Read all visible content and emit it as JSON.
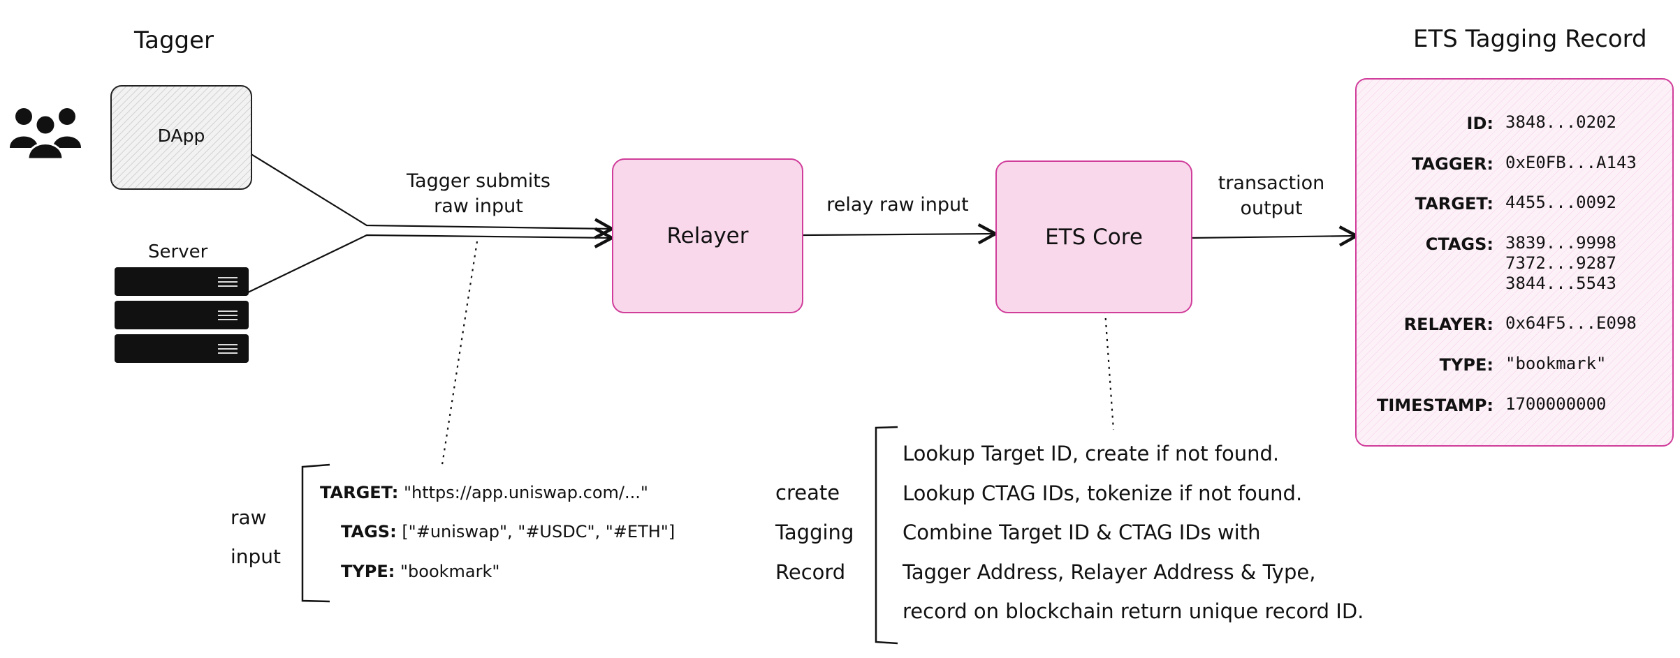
{
  "headings": {
    "tagger": "Tagger",
    "record": "ETS Tagging Record"
  },
  "nodes": {
    "dapp": "DApp",
    "server": "Server",
    "relayer": "Relayer",
    "core": "ETS Core"
  },
  "edges": {
    "submit_line1": "Tagger submits",
    "submit_line2": "raw input",
    "relay": "relay raw input",
    "output_line1": "transaction",
    "output_line2": "output"
  },
  "raw_input": {
    "label_line1": "raw",
    "label_line2": "input",
    "rows": [
      {
        "key": "TARGET:",
        "value": "\"https://app.uniswap.com/...\""
      },
      {
        "key": "TAGS:",
        "value": "[\"#uniswap\", \"#USDC\", \"#ETH\"]"
      },
      {
        "key": "TYPE:",
        "value": "\"bookmark\""
      }
    ]
  },
  "create_record": {
    "label_line1": "create",
    "label_line2": "Tagging",
    "label_line3": "Record",
    "steps": [
      "Lookup Target ID, create if not found.",
      "Lookup CTAG IDs, tokenize if not found.",
      "Combine Target ID & CTAG IDs with",
      "Tagger Address, Relayer Address & Type,",
      "record on blockchain return unique record ID."
    ]
  },
  "record": {
    "fields": [
      {
        "key": "ID:",
        "value": "3848...0202"
      },
      {
        "key": "TAGGER:",
        "value": "0xE0FB...A143"
      },
      {
        "key": "TARGET:",
        "value": "4455...0092"
      },
      {
        "key": "CTAGS:",
        "value": "3839...9998\n7372...9287\n3844...5543"
      },
      {
        "key": "RELAYER:",
        "value": "0x64F5...E098"
      },
      {
        "key": "TYPE:",
        "value": "\"bookmark\""
      },
      {
        "key": "TIMESTAMP:",
        "value": "1700000000"
      }
    ]
  },
  "icons": {
    "users": "users-icon",
    "server": "server-stack-icon"
  },
  "colors": {
    "accent_fill": "#f9d8ec",
    "accent_stroke": "#d03d9a",
    "ink": "#111111"
  }
}
